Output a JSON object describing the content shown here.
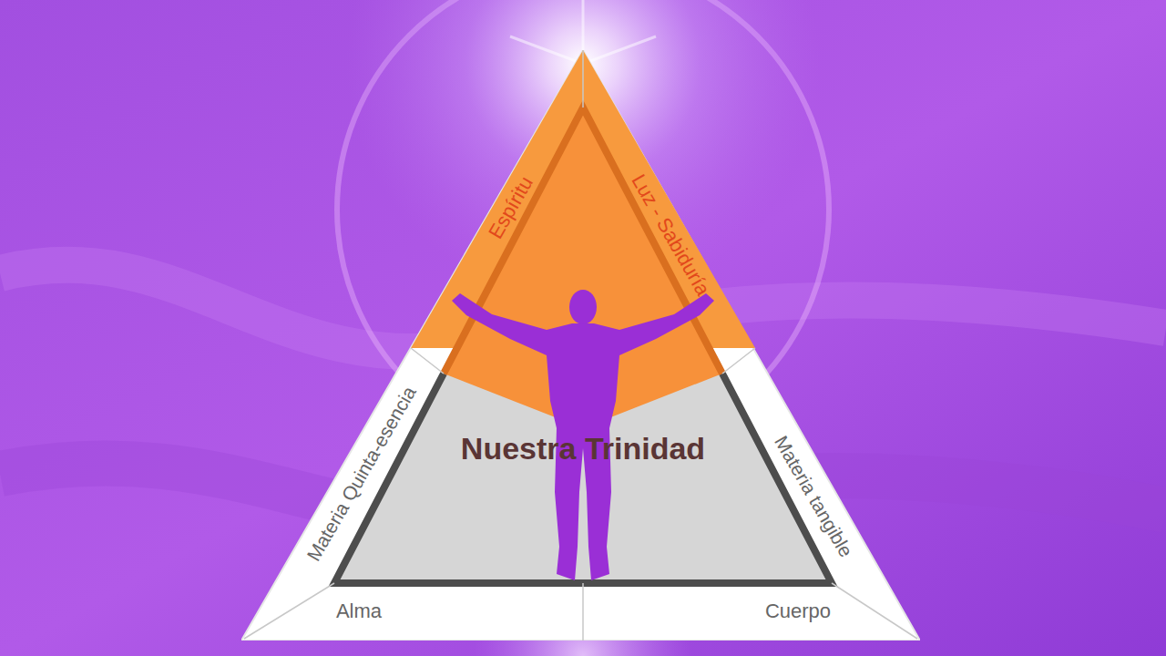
{
  "diagram": {
    "nodes": [
      {
        "text": [
          "Nuestra Trinidad"
        ]
      }
    ],
    "labels": [
      "Espíritu",
      "Luz - Sabiduría",
      "Materia Quinta-esencia",
      "Materia tangible",
      "Alma",
      "Cuerpo"
    ]
  }
}
